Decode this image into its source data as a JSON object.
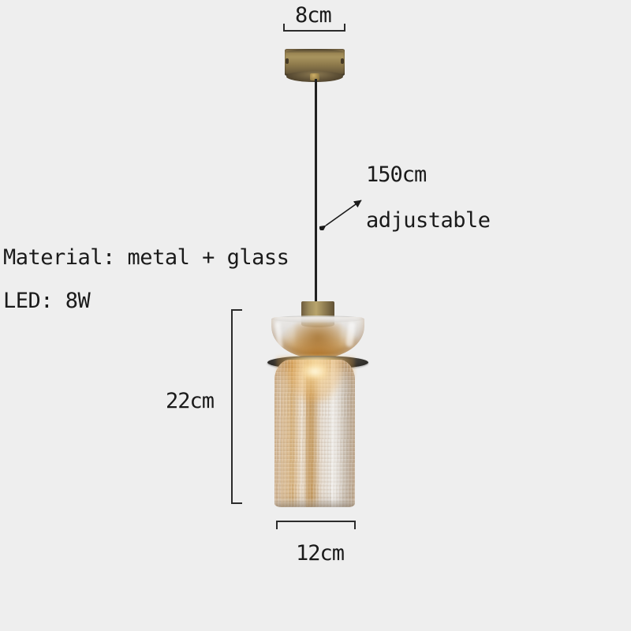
{
  "background_color": "#eeeeee",
  "product": {
    "type": "pendant-lamp",
    "colors": {
      "canopy_brass": "#8e7a4c",
      "cord_black": "#141414",
      "glass_amber": "#c4802c",
      "glass_clear": "#e8e6e3",
      "metal_disc_dark": "#2e2c28",
      "glow_warm": "#ffd682",
      "text": "#1a1a1a",
      "bracket": "#2b2b2b"
    }
  },
  "annotations": {
    "top_width": {
      "label": "8cm",
      "measures": "ceiling-canopy-diameter"
    },
    "cord_length": {
      "label": "150cm",
      "sublabel": "adjustable",
      "measures": "suspension-cord-length"
    },
    "body_height": {
      "label": "22cm",
      "measures": "shade-height"
    },
    "body_width": {
      "label": "12cm",
      "measures": "shade-diameter"
    }
  },
  "specs": {
    "material_label": "Material: metal + glass",
    "led_label": "LED: 8W"
  },
  "icons": {
    "double_arrow": "double-headed-arrow-icon"
  }
}
